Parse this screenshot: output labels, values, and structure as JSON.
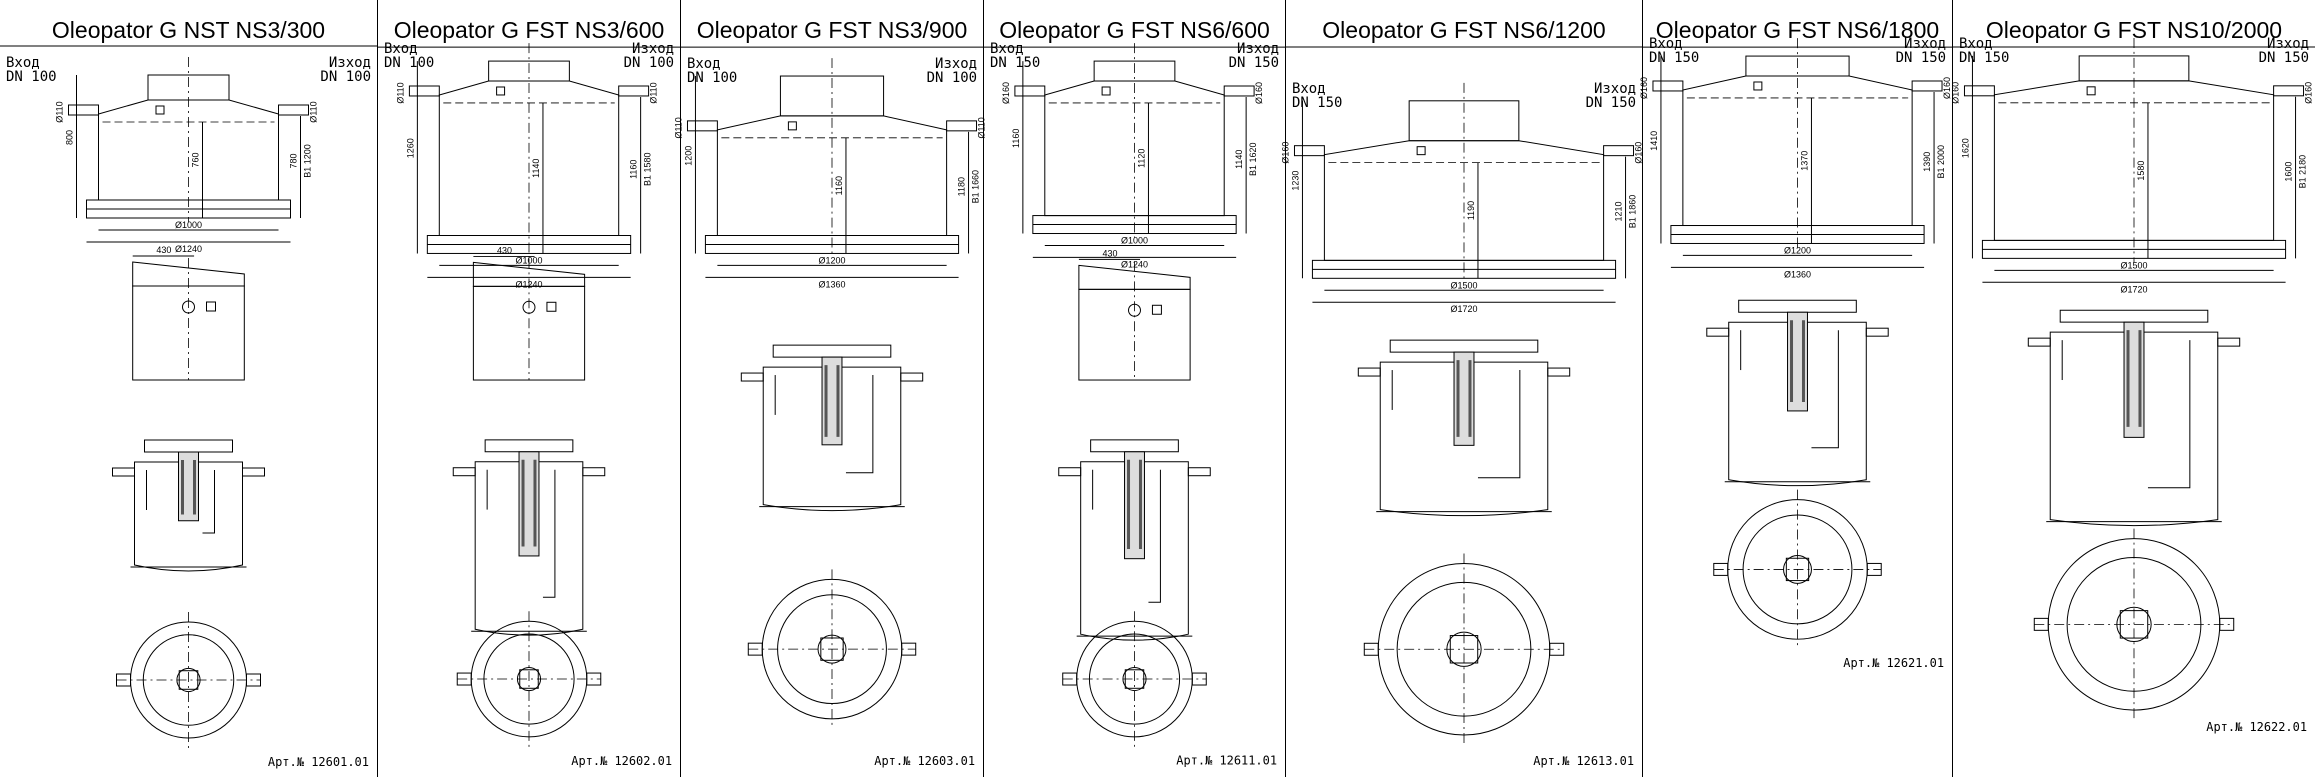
{
  "columns": [
    {
      "title": "Oleopator G NST NS3/300",
      "in_label": "Вход",
      "in_dn": "DN 100",
      "out_label": "Изход",
      "out_dn": "DN 100",
      "article": "Арт.№ 12601.01",
      "dims": [
        "Ø110",
        "Ø110",
        "800",
        "760",
        "780",
        "B1 1200",
        "Ø1000",
        "Ø1240",
        "430"
      ]
    },
    {
      "title": "Oleopator G FST NS3/600",
      "in_label": "Вход",
      "in_dn": "DN 100",
      "out_label": "Изход",
      "out_dn": "DN 100",
      "article": "Арт.№ 12602.01",
      "dims": [
        "Ø110",
        "Ø110",
        "1260",
        "1140",
        "1160",
        "B1 1580",
        "Ø1000",
        "Ø1240",
        "430"
      ]
    },
    {
      "title": "Oleopator G FST NS3/900",
      "in_label": "Вход",
      "in_dn": "DN 100",
      "out_label": "Изход",
      "out_dn": "DN 100",
      "article": "Арт.№ 12603.01",
      "dims": [
        "Ø110",
        "Ø110",
        "1200",
        "1160",
        "1180",
        "B1 1660",
        "Ø1200",
        "Ø1360"
      ]
    },
    {
      "title": "Oleopator G FST NS6/600",
      "in_label": "Вход",
      "in_dn": "DN 150",
      "out_label": "Изход",
      "out_dn": "DN 150",
      "article": "Арт.№ 12611.01",
      "dims": [
        "Ø160",
        "Ø160",
        "1160",
        "1120",
        "1140",
        "B1 1620",
        "Ø1000",
        "Ø1240",
        "430"
      ]
    },
    {
      "title": "Oleopator G FST NS6/1200",
      "in_label": "Вход",
      "in_dn": "DN 150",
      "out_label": "Изход",
      "out_dn": "DN 150",
      "article": "Арт.№ 12613.01",
      "dims": [
        "Ø160",
        "Ø160",
        "1230",
        "1190",
        "1210",
        "B1 1860",
        "Ø1500",
        "Ø1720"
      ]
    },
    {
      "title": "Oleopator G FST NS6/1800",
      "in_label": "Вход",
      "in_dn": "DN 150",
      "out_label": "Изход",
      "out_dn": "DN 150",
      "article": "Арт.№ 12621.01",
      "dims": [
        "Ø160",
        "Ø160",
        "1410",
        "1370",
        "1390",
        "B1 2000",
        "Ø1200",
        "Ø1360"
      ]
    },
    {
      "title": "Oleopator G FST NS10/2000",
      "in_label": "Вход",
      "in_dn": "DN 150",
      "out_label": "Изход",
      "out_dn": "DN 150",
      "article": "Арт.№ 12622.01",
      "dims": [
        "Ø160",
        "Ø160",
        "1620",
        "1580",
        "1600",
        "B1 2180",
        "Ø1500",
        "Ø1720"
      ]
    }
  ],
  "colors": {
    "line": "#000000",
    "background": "#ffffff",
    "hatch": "#555555"
  }
}
